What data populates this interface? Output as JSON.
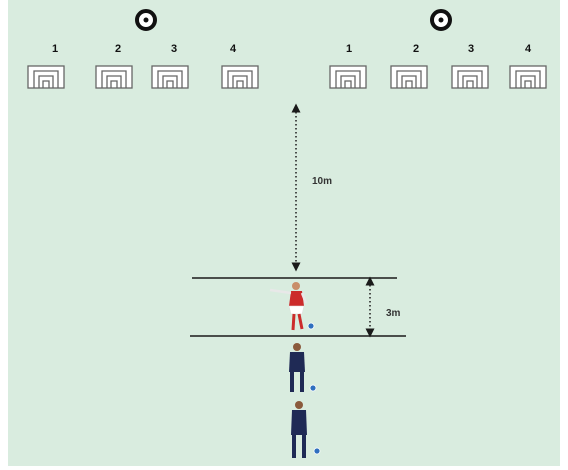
{
  "colors": {
    "field": "#d9ecdf",
    "line": "#1a1a1a",
    "target_frame": "#666666",
    "player_red": "#cc2b2b",
    "player_navy": "#1f2a55",
    "ball": "#2f6fbf"
  },
  "left_group": {
    "numbers": [
      "1",
      "2",
      "3",
      "4"
    ],
    "goal_icon": "target-ring-icon"
  },
  "right_group": {
    "numbers": [
      "1",
      "2",
      "3",
      "4"
    ],
    "goal_icon": "target-ring-icon"
  },
  "distances": {
    "run_up": "10m",
    "zone": "3m"
  },
  "players": [
    {
      "role": "kicker",
      "kit": "red-white"
    },
    {
      "role": "waiting",
      "kit": "navy"
    },
    {
      "role": "waiting",
      "kit": "navy"
    }
  ]
}
